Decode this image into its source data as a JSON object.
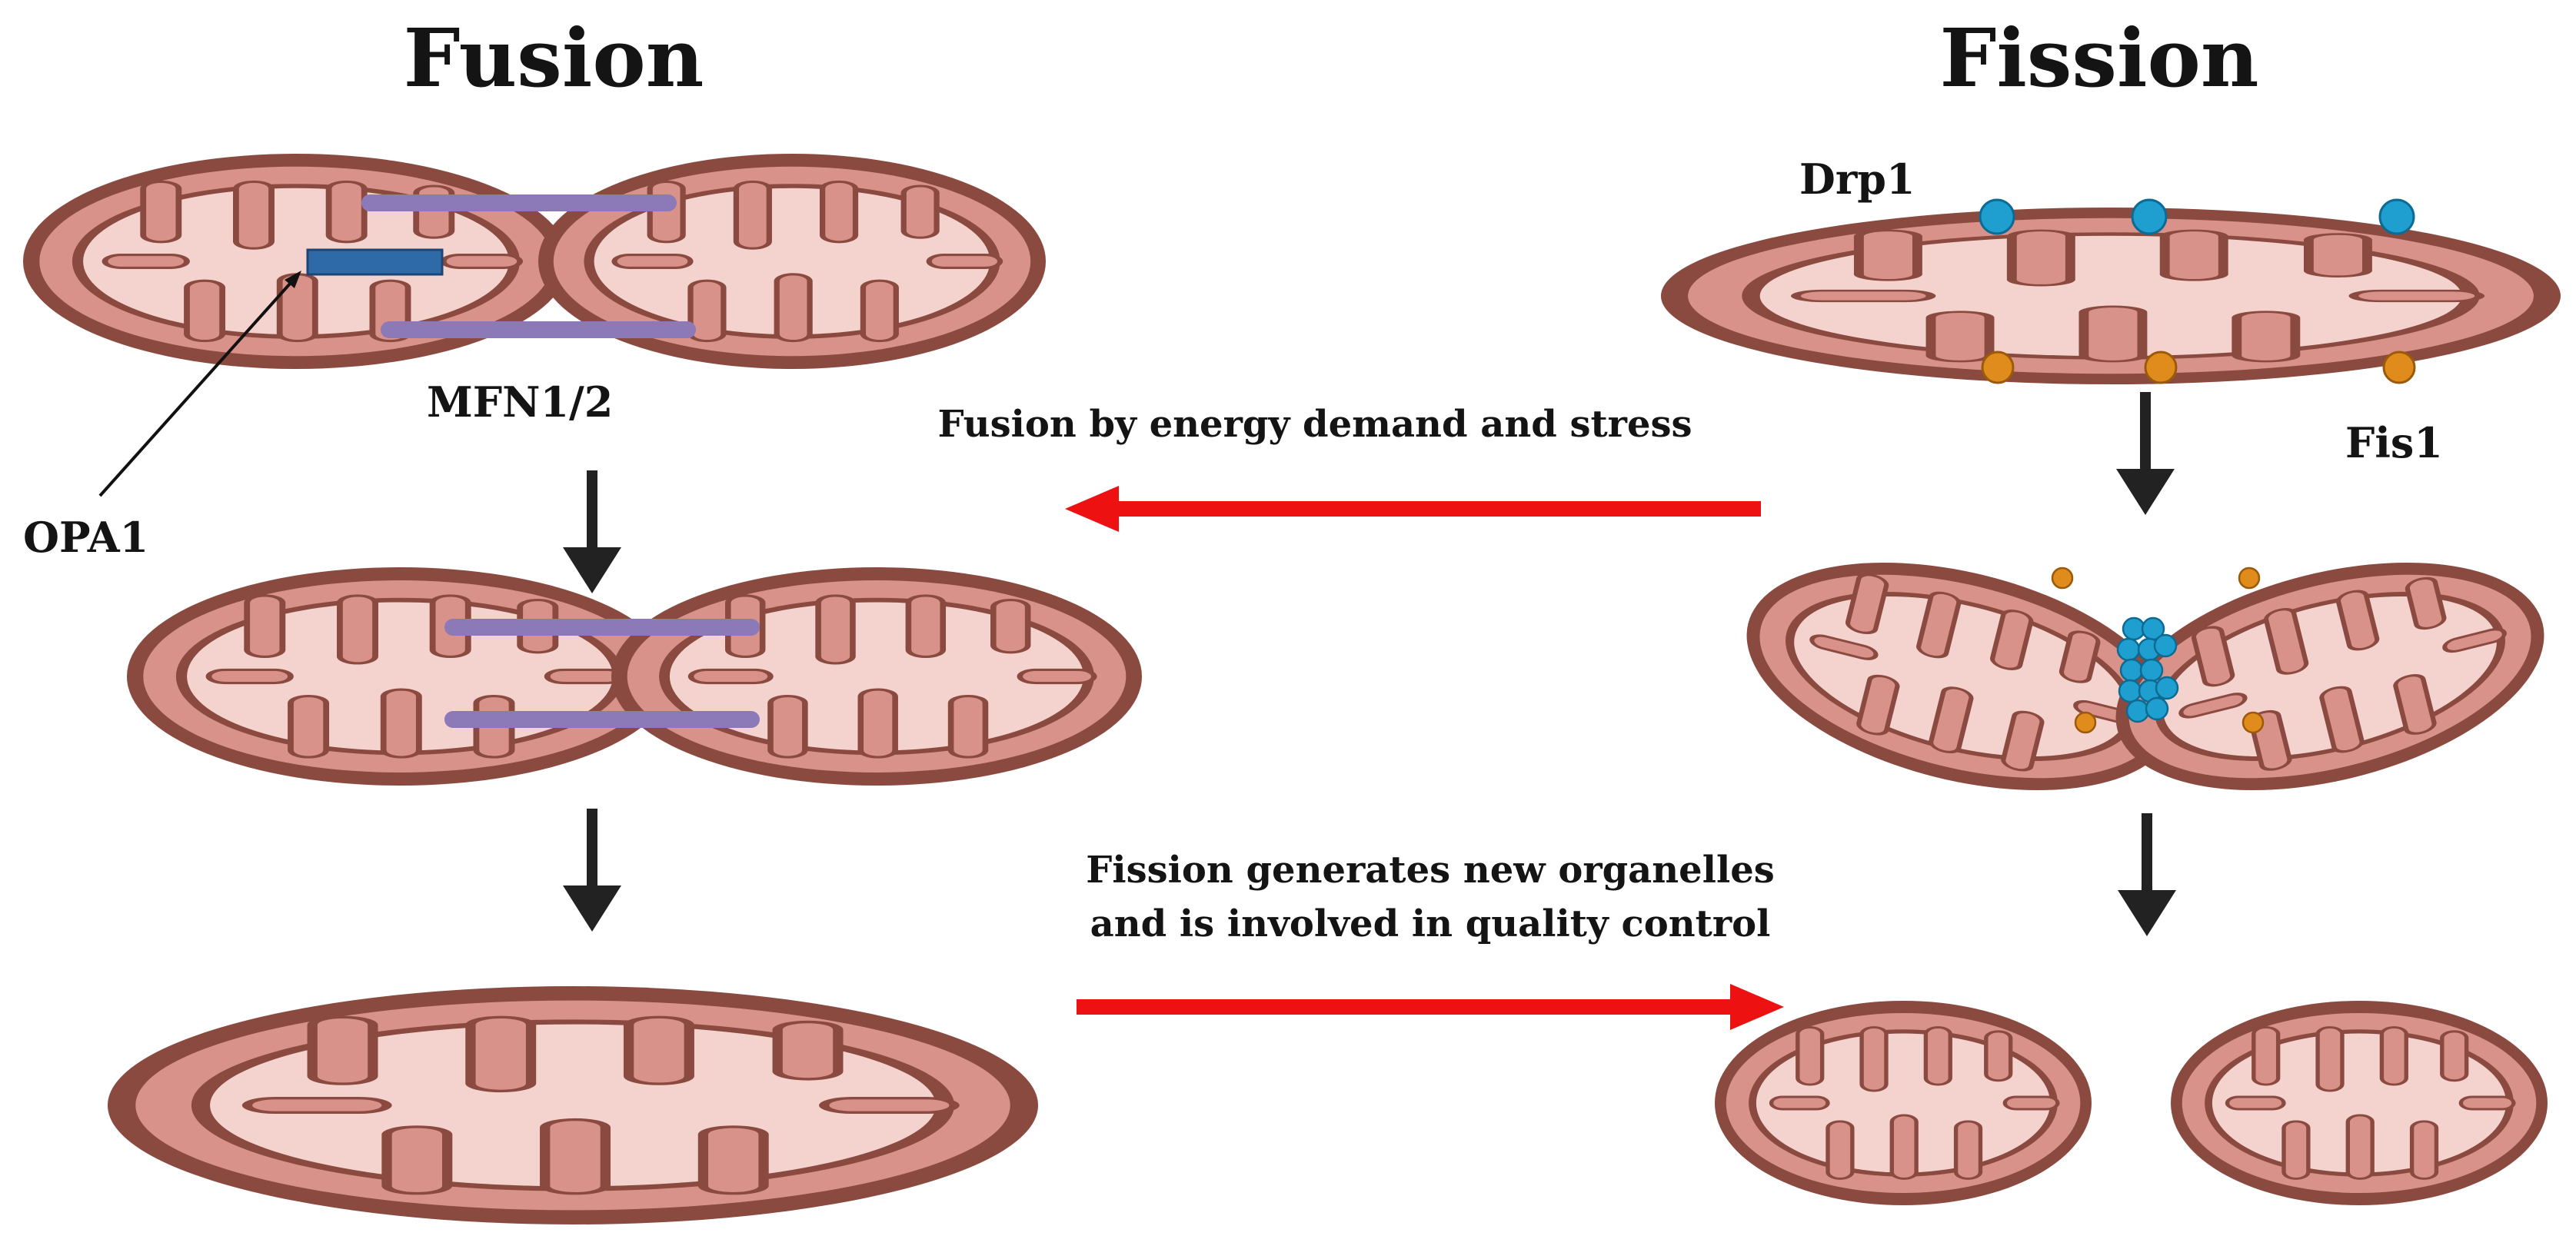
{
  "titles": {
    "fusion": "Fusion",
    "fission": "Fission"
  },
  "labels": {
    "opa1": "OPA1",
    "mfn": "MFN1/2",
    "drp1": "Drp1",
    "fis1": "Fis1"
  },
  "captions": {
    "fusion_path": "Fusion by energy demand and stress",
    "fission_path_line1": "Fission generates new organelles",
    "fission_path_line2": "and is involved in quality  control"
  },
  "colors": {
    "membrane_outer": "#8a4a40",
    "membrane_fill": "#d9928a",
    "matrix": "#f4d3cf",
    "mfn": "#8c79b8",
    "opa1": "#2f6aa8",
    "drp1": "#1f9fd0",
    "fis1": "#e08c1c",
    "arrow_black": "#222222",
    "arrow_red": "#ee1111"
  }
}
